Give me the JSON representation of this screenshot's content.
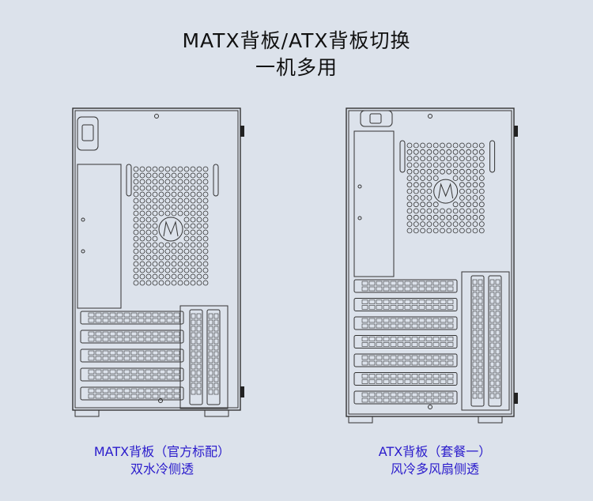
{
  "heading": {
    "line1": "MATX背板/ATX背板切换",
    "line2": "一机多用"
  },
  "variants": [
    {
      "id": "matx",
      "caption_line1": "MATX背板（官方标配）",
      "caption_line2": "双水冷侧透",
      "expansion_slots": 5,
      "vertical_slots": 2
    },
    {
      "id": "atx",
      "caption_line1": "ATX背板（套餐一）",
      "caption_line2": "风冷多风扇侧透",
      "expansion_slots": 7,
      "vertical_slots": 2
    }
  ],
  "colors": {
    "background": "#dce2eb",
    "caption": "#2a1bcc",
    "line": "#333333"
  }
}
